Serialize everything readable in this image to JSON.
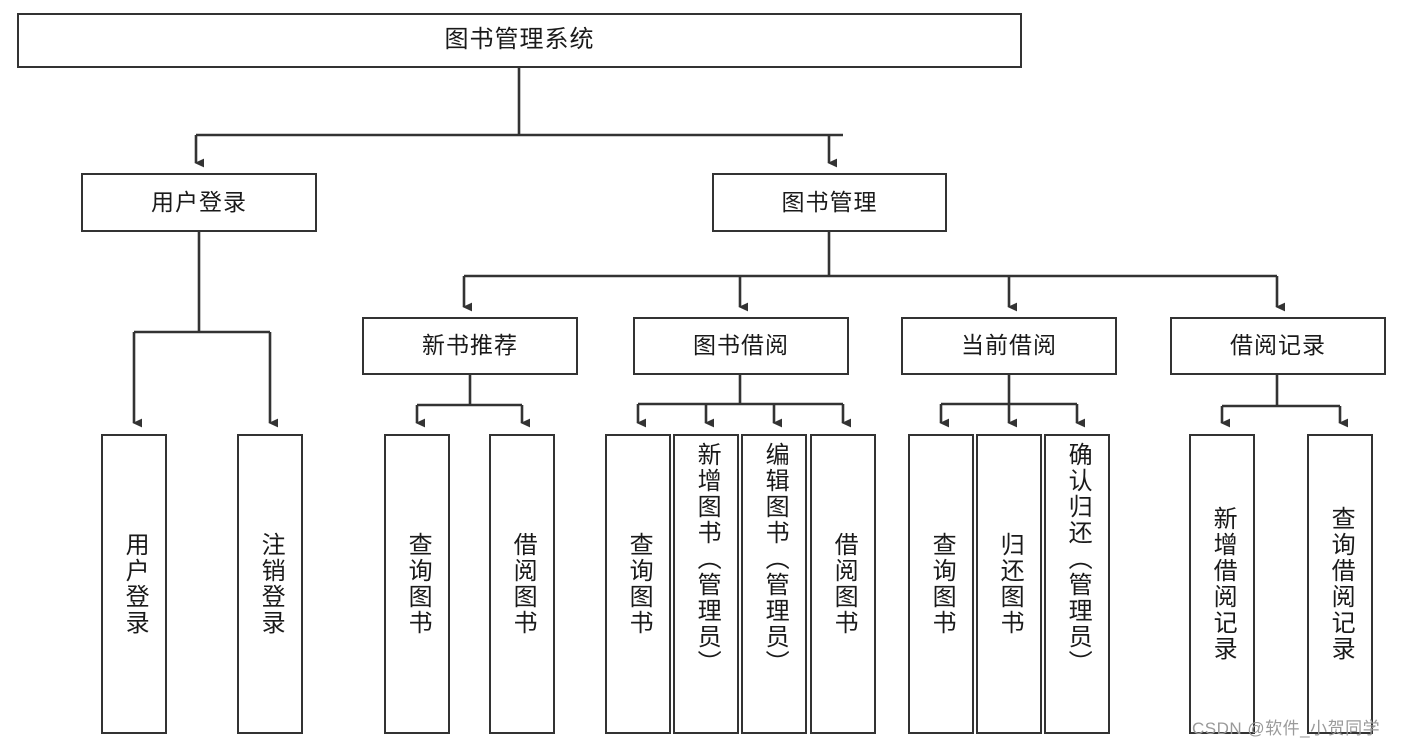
{
  "diagram": {
    "title": "图书管理系统",
    "type": "hierarchy-tree",
    "root": {
      "label": "图书管理系统"
    },
    "level2": [
      {
        "label": "用户登录"
      },
      {
        "label": "图书管理"
      }
    ],
    "level3": [
      {
        "label": "新书推荐"
      },
      {
        "label": "图书借阅"
      },
      {
        "label": "当前借阅"
      },
      {
        "label": "借阅记录"
      }
    ],
    "leaves": {
      "user_login": [
        {
          "label": "用户登录"
        },
        {
          "label": "注销登录"
        }
      ],
      "new_book_recommend": [
        {
          "label": "查询图书"
        },
        {
          "label": "借阅图书"
        }
      ],
      "book_borrow": [
        {
          "label": "查询图书"
        },
        {
          "label": "新增图书（管理员）"
        },
        {
          "label": "编辑图书（管理员）"
        },
        {
          "label": "借阅图书"
        }
      ],
      "current_borrow": [
        {
          "label": "查询图书"
        },
        {
          "label": "归还图书"
        },
        {
          "label": "确认归还（管理员）"
        }
      ],
      "borrow_records": [
        {
          "label": "新增借阅记录"
        },
        {
          "label": "查询借阅记录"
        }
      ]
    }
  },
  "watermark": {
    "text": "CSDN @软件_小贺同学"
  },
  "colors": {
    "border": "#333333",
    "text": "#1a1a1a",
    "background": "#ffffff",
    "watermark": "#9a9a9a"
  }
}
